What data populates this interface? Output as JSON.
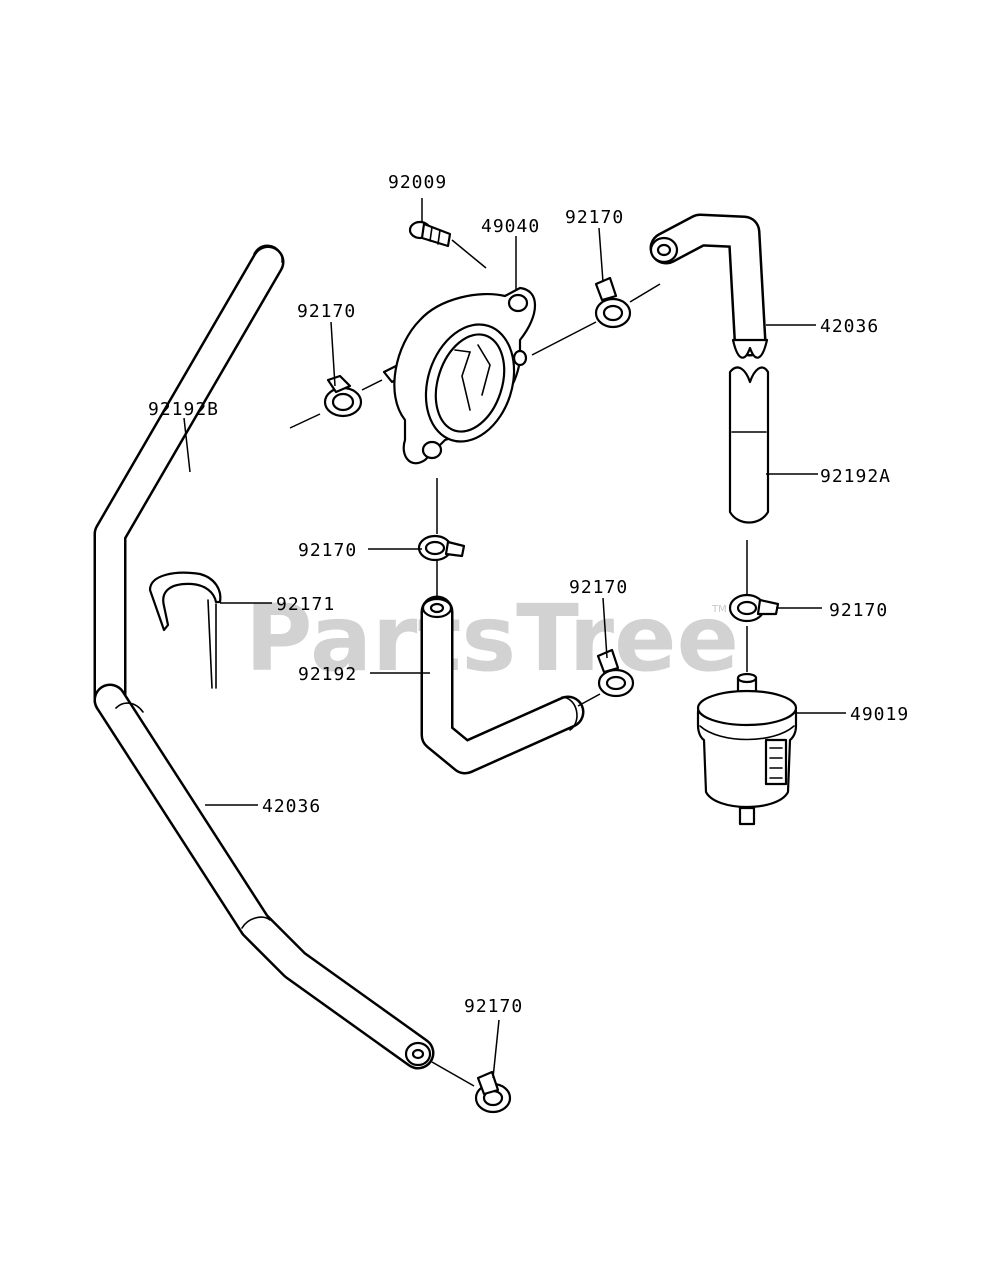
{
  "watermark": {
    "text": "PartsTree",
    "tm": "TM"
  },
  "callouts": [
    {
      "id": "screw",
      "part": "92009"
    },
    {
      "id": "valve",
      "part": "49040"
    },
    {
      "id": "clamp-top-right",
      "part": "92170"
    },
    {
      "id": "clamp-top-left",
      "part": "92170"
    },
    {
      "id": "hose-upper-right",
      "part": "42036"
    },
    {
      "id": "tube-left-long",
      "part": "92192B"
    },
    {
      "id": "tube-right-vertical",
      "part": "92192A"
    },
    {
      "id": "clamp-valve-bottom",
      "part": "92170"
    },
    {
      "id": "clip",
      "part": "92171"
    },
    {
      "id": "clamp-mid",
      "part": "92170"
    },
    {
      "id": "clamp-right-filter",
      "part": "92170"
    },
    {
      "id": "tube-middle",
      "part": "92192"
    },
    {
      "id": "filter",
      "part": "49019"
    },
    {
      "id": "hose-lower-left",
      "part": "42036"
    },
    {
      "id": "clamp-bottom",
      "part": "92170"
    }
  ]
}
